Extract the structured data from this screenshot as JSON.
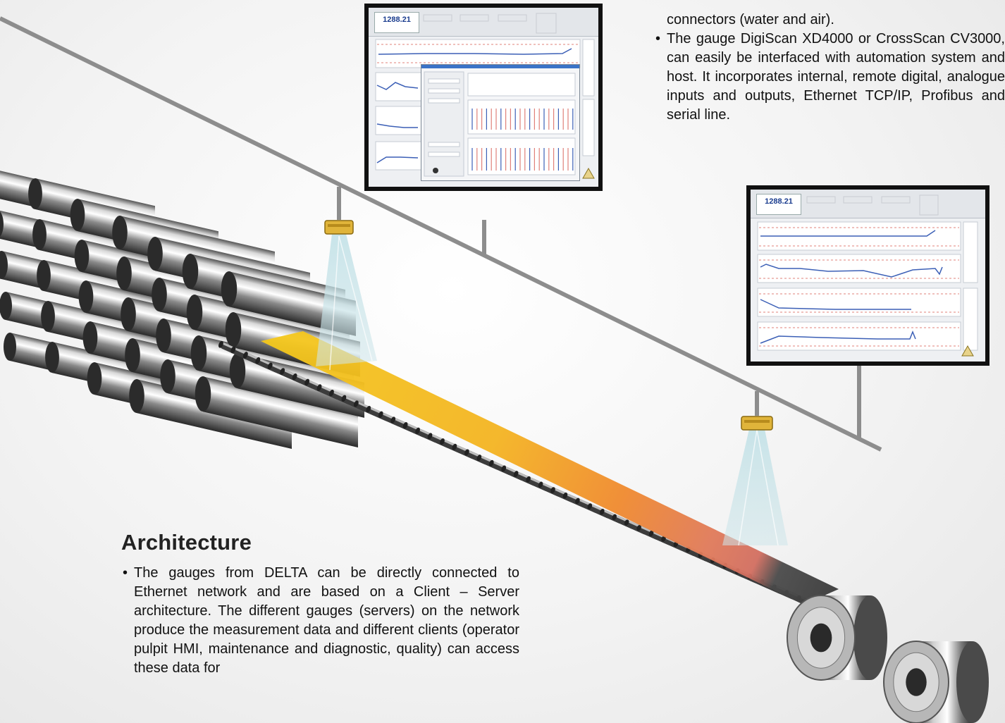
{
  "intro": {
    "partial_line": "connectors (water and air).",
    "bullet_symbol": "•",
    "bullet_text": "The gauge DigiScan XD4000 or CrossScan CV3000, can easily be interfaced with automation system and host. It incorporates internal, remote digital, analogue inputs and outputs, Ethernet TCP/IP, Profibus and serial line."
  },
  "monitors": {
    "display_value": "1288.21"
  },
  "architecture": {
    "heading": "Architecture",
    "bullet_symbol": "•",
    "bullet_text": "The gauges from DELTA can be directly connected to Ethernet network and are based on a Client – Server architecture. The different gauges (servers) on the network produce the measurement data and different clients (operator pulpit HMI, maintenance and diagnostic, quality) can access these data for"
  },
  "colors": {
    "rail": "#8d8d8d",
    "gauge_head": "#e0b43a",
    "strip_hot": "#f2c41c",
    "strip_orange": "#f08a2e",
    "strip_red": "#d86a58",
    "strip_cold": "#444444",
    "plot_line": "#3b5fb6",
    "plot_red": "#e0807a"
  }
}
